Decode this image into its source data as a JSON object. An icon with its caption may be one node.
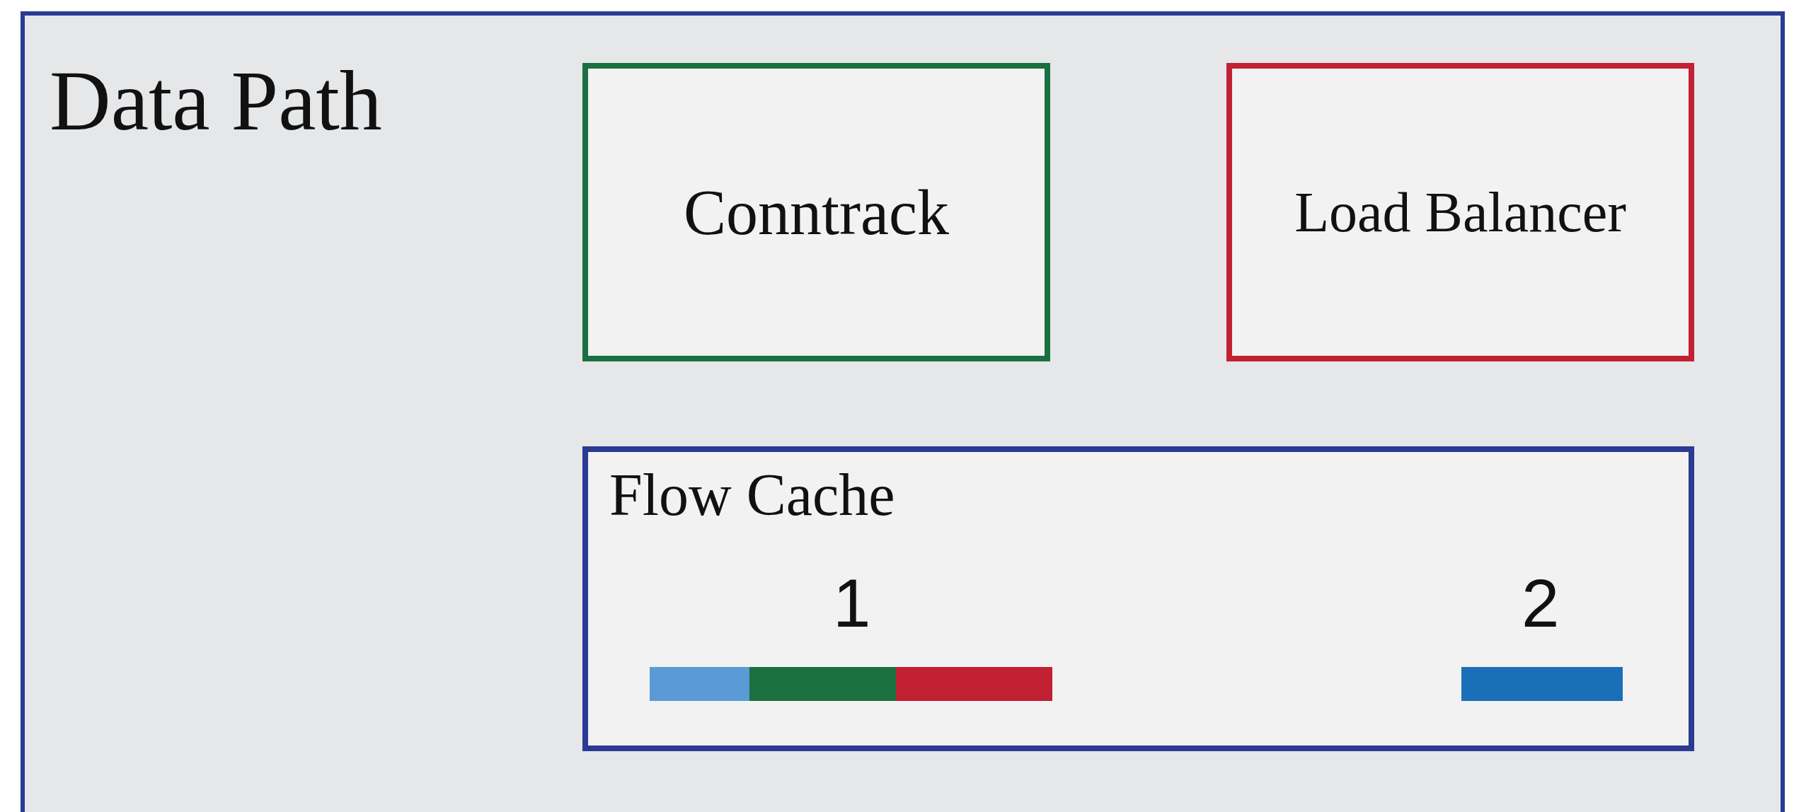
{
  "diagram": {
    "nodes": [
      {
        "text": [
          "Data Path"
        ]
      },
      {
        "text": [
          "Conntrack"
        ],
        "in": 0
      },
      {
        "text": [
          "Load Balancer"
        ],
        "in": 0
      },
      {
        "text": [
          "Flow Cache"
        ],
        "in": 0
      },
      {
        "text": [],
        "shape": "bar",
        "in": 3
      },
      {
        "text": [],
        "shape": "bar",
        "in": 3
      }
    ],
    "labels": [
      "1",
      "2"
    ]
  }
}
